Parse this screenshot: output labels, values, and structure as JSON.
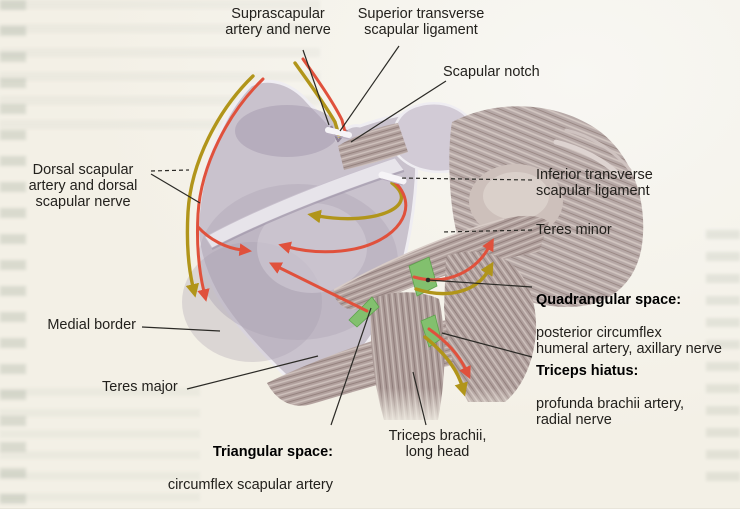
{
  "figure": {
    "subject": "Posterior view of the scapula showing arteries, nerves, ligaments and muscular spaces",
    "labels": {
      "suprascapular": {
        "text": "Suprascapular\nartery and nerve"
      },
      "superior_ligament": {
        "text": "Superior transverse\nscapular ligament"
      },
      "scapular_notch": {
        "text": "Scapular notch"
      },
      "dorsal_scapular": {
        "text": "Dorsal scapular\nartery and dorsal\nscapular nerve"
      },
      "medial_border": {
        "text": "Medial border"
      },
      "teres_major": {
        "text": "Teres major"
      },
      "triangular_space": {
        "title": "Triangular space:",
        "detail": "circumflex scapular artery"
      },
      "triceps_brachii": {
        "text": "Triceps brachii,\nlong head"
      },
      "inferior_ligament": {
        "text": "Inferior transverse\nscapular ligament"
      },
      "teres_minor": {
        "text": "Teres minor"
      },
      "quadrangular_space": {
        "title": "Quadrangular space:",
        "detail": "posterior circumflex\nhumeral artery, axillary nerve"
      },
      "triceps_hiatus": {
        "title": "Triceps hiatus:",
        "detail": "profunda brachii artery,\nradial nerve"
      }
    },
    "colors": {
      "artery": "#e0513c",
      "nerve": "#b1951a",
      "space": "#82c06e",
      "bone": "#c9c2cd",
      "muscle": "#ae9d9a",
      "background": "#f3f0e6",
      "leader": "#2b2a26",
      "text": "#23211d"
    }
  }
}
